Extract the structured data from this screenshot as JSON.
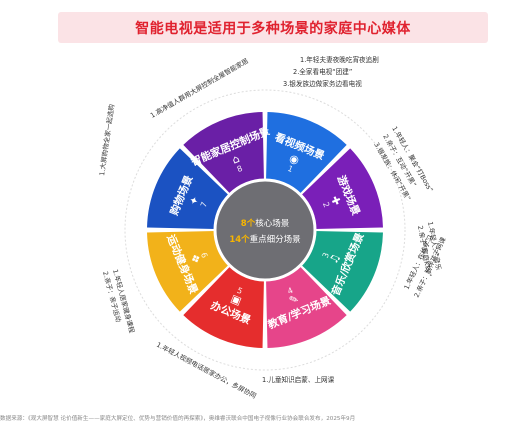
{
  "title": "智能电视是适用于多种场景的家庭中心媒体",
  "center": {
    "line1_num": "8个",
    "line1_rest": "核心场景",
    "line2_num": "14个",
    "line2_rest": "重点细分场景"
  },
  "segments": [
    {
      "num": "1",
      "label": "看视频场景",
      "color": "#1f6fe0",
      "icon": "speaker-icon"
    },
    {
      "num": "2",
      "label": "游戏场景",
      "color": "#7a1fb8",
      "icon": "gamepad-icon"
    },
    {
      "num": "3",
      "label": "音乐/欣赏场景",
      "color": "#17a589",
      "icon": "headphones-icon"
    },
    {
      "num": "4",
      "label": "教育/学习场景",
      "color": "#e6458a",
      "icon": "education-icon"
    },
    {
      "num": "5",
      "label": "办公场景",
      "color": "#e52d2d",
      "icon": "office-icon"
    },
    {
      "num": "6",
      "label": "运动健身场景",
      "color": "#f2b21a",
      "icon": "fitness-icon"
    },
    {
      "num": "7",
      "label": "购物场景",
      "color": "#1b52c2",
      "icon": "shopping-icon"
    },
    {
      "num": "8",
      "label": "智能家居控制场景",
      "color": "#6a1fa6",
      "icon": "smart-home-icon"
    }
  ],
  "annotations": {
    "video": [
      "1.年轻夫妻夜晚吃宵夜追剧",
      "2.全家看电视“团建”",
      "3.银发族边做家务边看电视"
    ],
    "game": [
      "1.年轻人：聚会“打Boss”",
      "2.亲子：互动“开黑”",
      "3.银发族：休闲“开黑”"
    ],
    "music": [
      "1.年轻人：“音乐",
      "2.亲子“家庭KTV”"
    ],
    "education": [
      "1.年轻人：在线学习",
      "2.亲子：陪伴孩子网课"
    ],
    "office": [
      "1.儿童知识启蒙、上网课"
    ],
    "office2": [
      "1.年轻人视频电话居家办公，多屏协同"
    ],
    "fitness": [
      "1.年轻人居家健身课程",
      "2.亲子：亲子运动"
    ],
    "shopping": [
      "1.大屏购物全家一起选购"
    ],
    "smarthome": [
      "1.高净值人群用大屏控制全屋智能家居"
    ]
  },
  "footer": "数据来源：《观大屏智慧 论价值新生——家庭大屏定位、优势与营销价值的再探索》，奥维睿沃联合中国电子视像行业协会联合发布，2025年9月"
}
